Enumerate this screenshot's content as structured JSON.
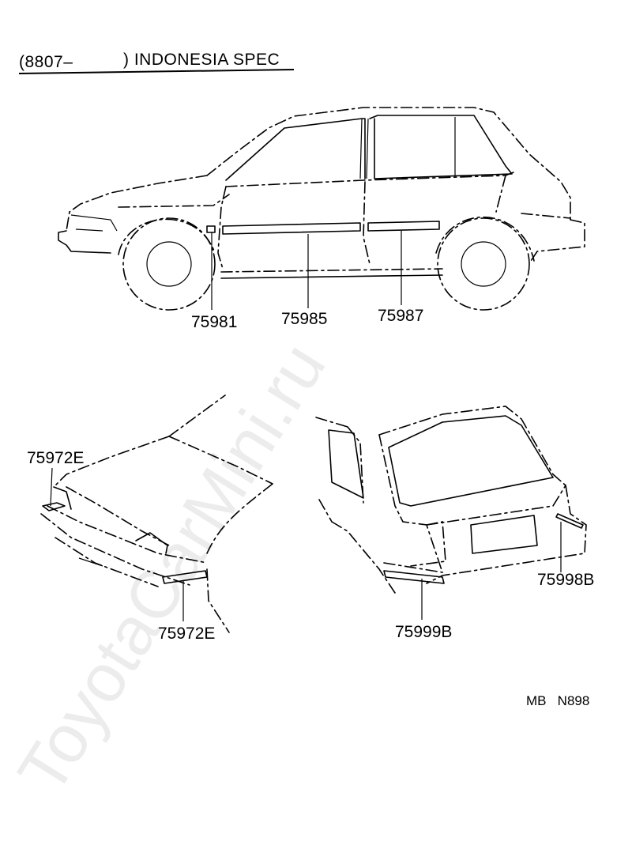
{
  "header": {
    "date_range": "(8807–",
    "spec": ") INDONESIA SPEC"
  },
  "watermark": "ToyotaCarMini.ru",
  "side_view": {
    "labels": [
      "75981",
      "75985",
      "75987"
    ]
  },
  "front_view": {
    "labels": [
      "75972E",
      "75972E"
    ]
  },
  "rear_view": {
    "labels": [
      "75998B",
      "75999B"
    ]
  },
  "drawing_code": "MB   N898"
}
